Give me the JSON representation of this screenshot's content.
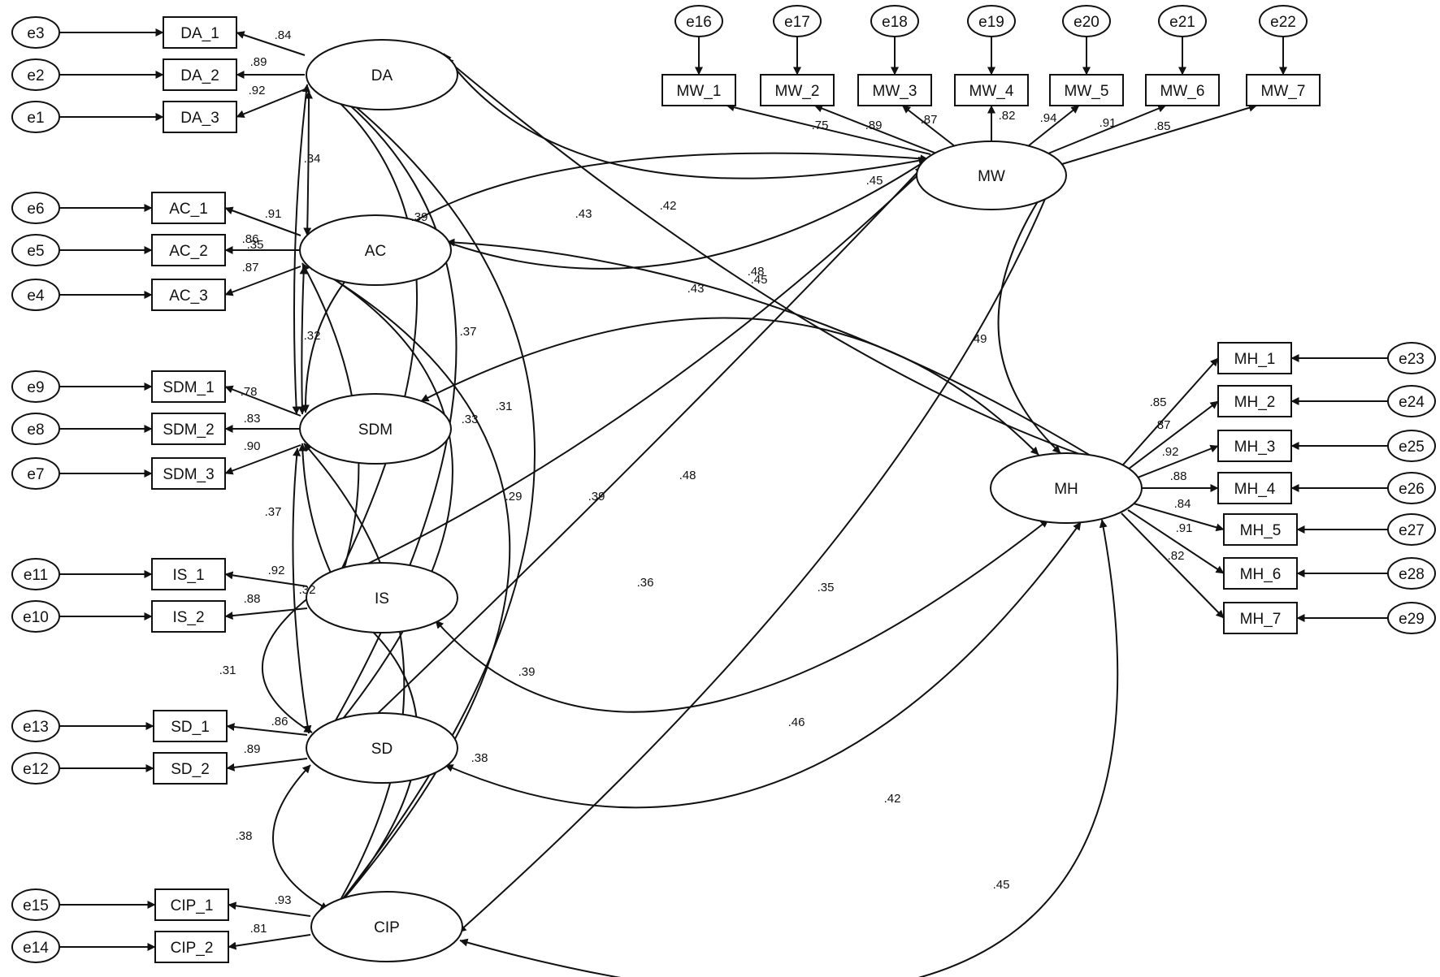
{
  "diagram": {
    "type": "structural-equation-model",
    "latent_variables": [
      {
        "id": "DA",
        "label": "DA"
      },
      {
        "id": "AC",
        "label": "AC"
      },
      {
        "id": "SDM",
        "label": "SDM"
      },
      {
        "id": "IS",
        "label": "IS"
      },
      {
        "id": "SD",
        "label": "SD"
      },
      {
        "id": "CIP",
        "label": "CIP"
      },
      {
        "id": "MW",
        "label": "MW"
      },
      {
        "id": "MH",
        "label": "MH"
      }
    ],
    "indicators": [
      {
        "id": "DA_1",
        "label": "DA_1",
        "latent": "DA",
        "error": "e3",
        "loading": ".84"
      },
      {
        "id": "DA_2",
        "label": "DA_2",
        "latent": "DA",
        "error": "e2",
        "loading": ".89"
      },
      {
        "id": "DA_3",
        "label": "DA_3",
        "latent": "DA",
        "error": "e1",
        "loading": ".92"
      },
      {
        "id": "AC_1",
        "label": "AC_1",
        "latent": "AC",
        "error": "e6",
        "loading": ".91"
      },
      {
        "id": "AC_2",
        "label": "AC_2",
        "latent": "AC",
        "error": "e5",
        "loading": ".86"
      },
      {
        "id": "AC_3",
        "label": "AC_3",
        "latent": "AC",
        "error": "e4",
        "loading": ".87"
      },
      {
        "id": "SDM_1",
        "label": "SDM_1",
        "latent": "SDM",
        "error": "e9",
        "loading": ".78"
      },
      {
        "id": "SDM_2",
        "label": "SDM_2",
        "latent": "SDM",
        "error": "e8",
        "loading": ".83"
      },
      {
        "id": "SDM_3",
        "label": "SDM_3",
        "latent": "SDM",
        "error": "e7",
        "loading": ".90"
      },
      {
        "id": "IS_1",
        "label": "IS_1",
        "latent": "IS",
        "error": "e11",
        "loading": ".92"
      },
      {
        "id": "IS_2",
        "label": "IS_2",
        "latent": "IS",
        "error": "e10",
        "loading": ".88"
      },
      {
        "id": "SD_1",
        "label": "SD_1",
        "latent": "SD",
        "error": "e13",
        "loading": ".86"
      },
      {
        "id": "SD_2",
        "label": "SD_2",
        "latent": "SD",
        "error": "e12",
        "loading": ".89"
      },
      {
        "id": "CIP_1",
        "label": "CIP_1",
        "latent": "CIP",
        "error": "e15",
        "loading": ".93"
      },
      {
        "id": "CIP_2",
        "label": "CIP_2",
        "latent": "CIP",
        "error": "e14",
        "loading": ".81"
      },
      {
        "id": "MW_1",
        "label": "MW_1",
        "latent": "MW",
        "error": "e16",
        "loading": ".75"
      },
      {
        "id": "MW_2",
        "label": "MW_2",
        "latent": "MW",
        "error": "e17",
        "loading": ".89"
      },
      {
        "id": "MW_3",
        "label": "MW_3",
        "latent": "MW",
        "error": "e18",
        "loading": ".87"
      },
      {
        "id": "MW_4",
        "label": "MW_4",
        "latent": "MW",
        "error": "e19",
        "loading": ".82"
      },
      {
        "id": "MW_5",
        "label": "MW_5",
        "latent": "MW",
        "error": "e20",
        "loading": ".94"
      },
      {
        "id": "MW_6",
        "label": "MW_6",
        "latent": "MW",
        "error": "e21",
        "loading": ".91"
      },
      {
        "id": "MW_7",
        "label": "MW_7",
        "latent": "MW",
        "error": "e22",
        "loading": ".85"
      },
      {
        "id": "MH_1",
        "label": "MH_1",
        "latent": "MH",
        "error": "e23",
        "loading": ".85"
      },
      {
        "id": "MH_2",
        "label": "MH_2",
        "latent": "MH",
        "error": "e24",
        "loading": ".87"
      },
      {
        "id": "MH_3",
        "label": "MH_3",
        "latent": "MH",
        "error": "e25",
        "loading": ".92"
      },
      {
        "id": "MH_4",
        "label": "MH_4",
        "latent": "MH",
        "error": "e26",
        "loading": ".88"
      },
      {
        "id": "MH_5",
        "label": "MH_5",
        "latent": "MH",
        "error": "e27",
        "loading": ".84"
      },
      {
        "id": "MH_6",
        "label": "MH_6",
        "latent": "MH",
        "error": "e28",
        "loading": ".91"
      },
      {
        "id": "MH_7",
        "label": "MH_7",
        "latent": "MH",
        "error": "e29",
        "loading": ".82"
      }
    ],
    "covariances": [
      {
        "from": "DA",
        "to": "AC",
        "value": ".34"
      },
      {
        "from": "DA",
        "to": "SDM",
        "value": ".35"
      },
      {
        "from": "DA",
        "to": "IS",
        "value": ".37"
      },
      {
        "from": "DA",
        "to": "SD",
        "value": ".31"
      },
      {
        "from": "DA",
        "to": "CIP",
        "value": ".39"
      },
      {
        "from": "DA",
        "to": "MW",
        "value": ".42"
      },
      {
        "from": "DA",
        "to": "MH",
        "value": ".48"
      },
      {
        "from": "AC",
        "to": "SDM",
        "value": ".32"
      },
      {
        "from": "AC",
        "to": "IS",
        "value": ".33"
      },
      {
        "from": "AC",
        "to": "SD",
        "value": ".29"
      },
      {
        "from": "AC",
        "to": "CIP",
        "value": ".36"
      },
      {
        "from": "AC",
        "to": "MW",
        "value": ".39"
      },
      {
        "from": "AC",
        "to": "MH",
        "value": ".45"
      },
      {
        "from": "SDM",
        "to": "IS",
        "value": ".37"
      },
      {
        "from": "SDM",
        "to": "SD",
        "value": ".32"
      },
      {
        "from": "SDM",
        "to": "CIP",
        "value": ".39"
      },
      {
        "from": "SDM",
        "to": "MW",
        "value": ".43"
      },
      {
        "from": "SDM",
        "to": "MH",
        "value": ".43"
      },
      {
        "from": "IS",
        "to": "SD",
        "value": ".31"
      },
      {
        "from": "IS",
        "to": "CIP",
        "value": ".38"
      },
      {
        "from": "IS",
        "to": "MW",
        "value": ".48"
      },
      {
        "from": "IS",
        "to": "MH",
        "value": ".46"
      },
      {
        "from": "SD",
        "to": "CIP",
        "value": ".38"
      },
      {
        "from": "SD",
        "to": "MW",
        "value": ".45"
      },
      {
        "from": "SD",
        "to": "MH",
        "value": ".42"
      },
      {
        "from": "CIP",
        "to": "MW",
        "value": ".35"
      },
      {
        "from": "CIP",
        "to": "MH",
        "value": ".45"
      },
      {
        "from": "MW",
        "to": "MH",
        "value": ".49"
      }
    ]
  }
}
